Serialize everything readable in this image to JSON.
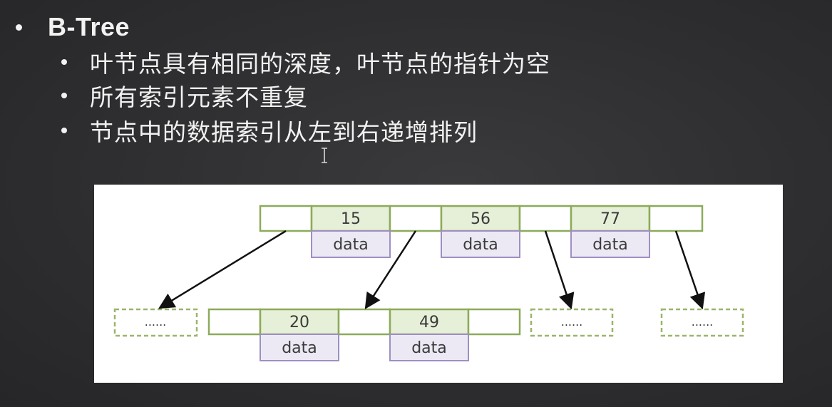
{
  "slide": {
    "title": "B-Tree",
    "bullets": [
      "叶节点具有相同的深度，叶节点的指针为空",
      "所有索引元素不重复",
      "节点中的数据索引从左到右递增排列"
    ]
  },
  "diagram": {
    "root_node": {
      "keys": [
        "15",
        "56",
        "77"
      ],
      "data_label": "data"
    },
    "child_node": {
      "keys": [
        "20",
        "49"
      ],
      "data_label": "data"
    },
    "placeholder_label": "......",
    "colors": {
      "border": "#8cab5a",
      "key_fill": "#e6efd7",
      "data_border": "#9e8fc4",
      "data_fill": "#ece9f4",
      "arrow": "#111111"
    }
  }
}
